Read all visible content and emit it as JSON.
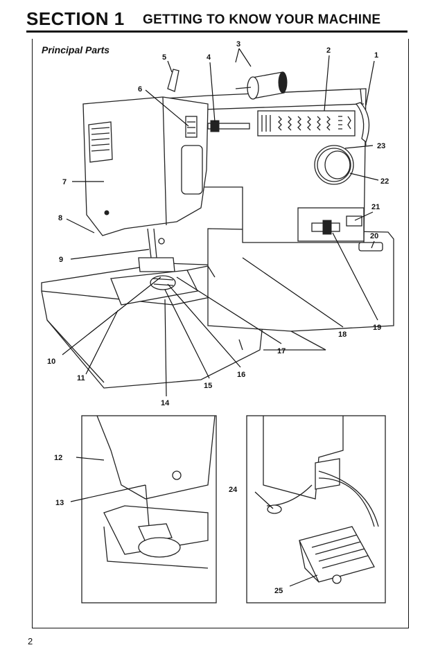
{
  "header": {
    "section": "SECTION 1",
    "title": "GETTING TO KNOW YOUR MACHINE"
  },
  "subheading": "Principal Parts",
  "callouts": [
    "1",
    "2",
    "3",
    "4",
    "5",
    "6",
    "7",
    "8",
    "9",
    "10",
    "11",
    "12",
    "13",
    "14",
    "15",
    "16",
    "17",
    "18",
    "19",
    "20",
    "21",
    "22",
    "23",
    "24",
    "25"
  ],
  "page_number": "2",
  "colors": {
    "ink": "#111111",
    "paper": "#ffffff"
  }
}
